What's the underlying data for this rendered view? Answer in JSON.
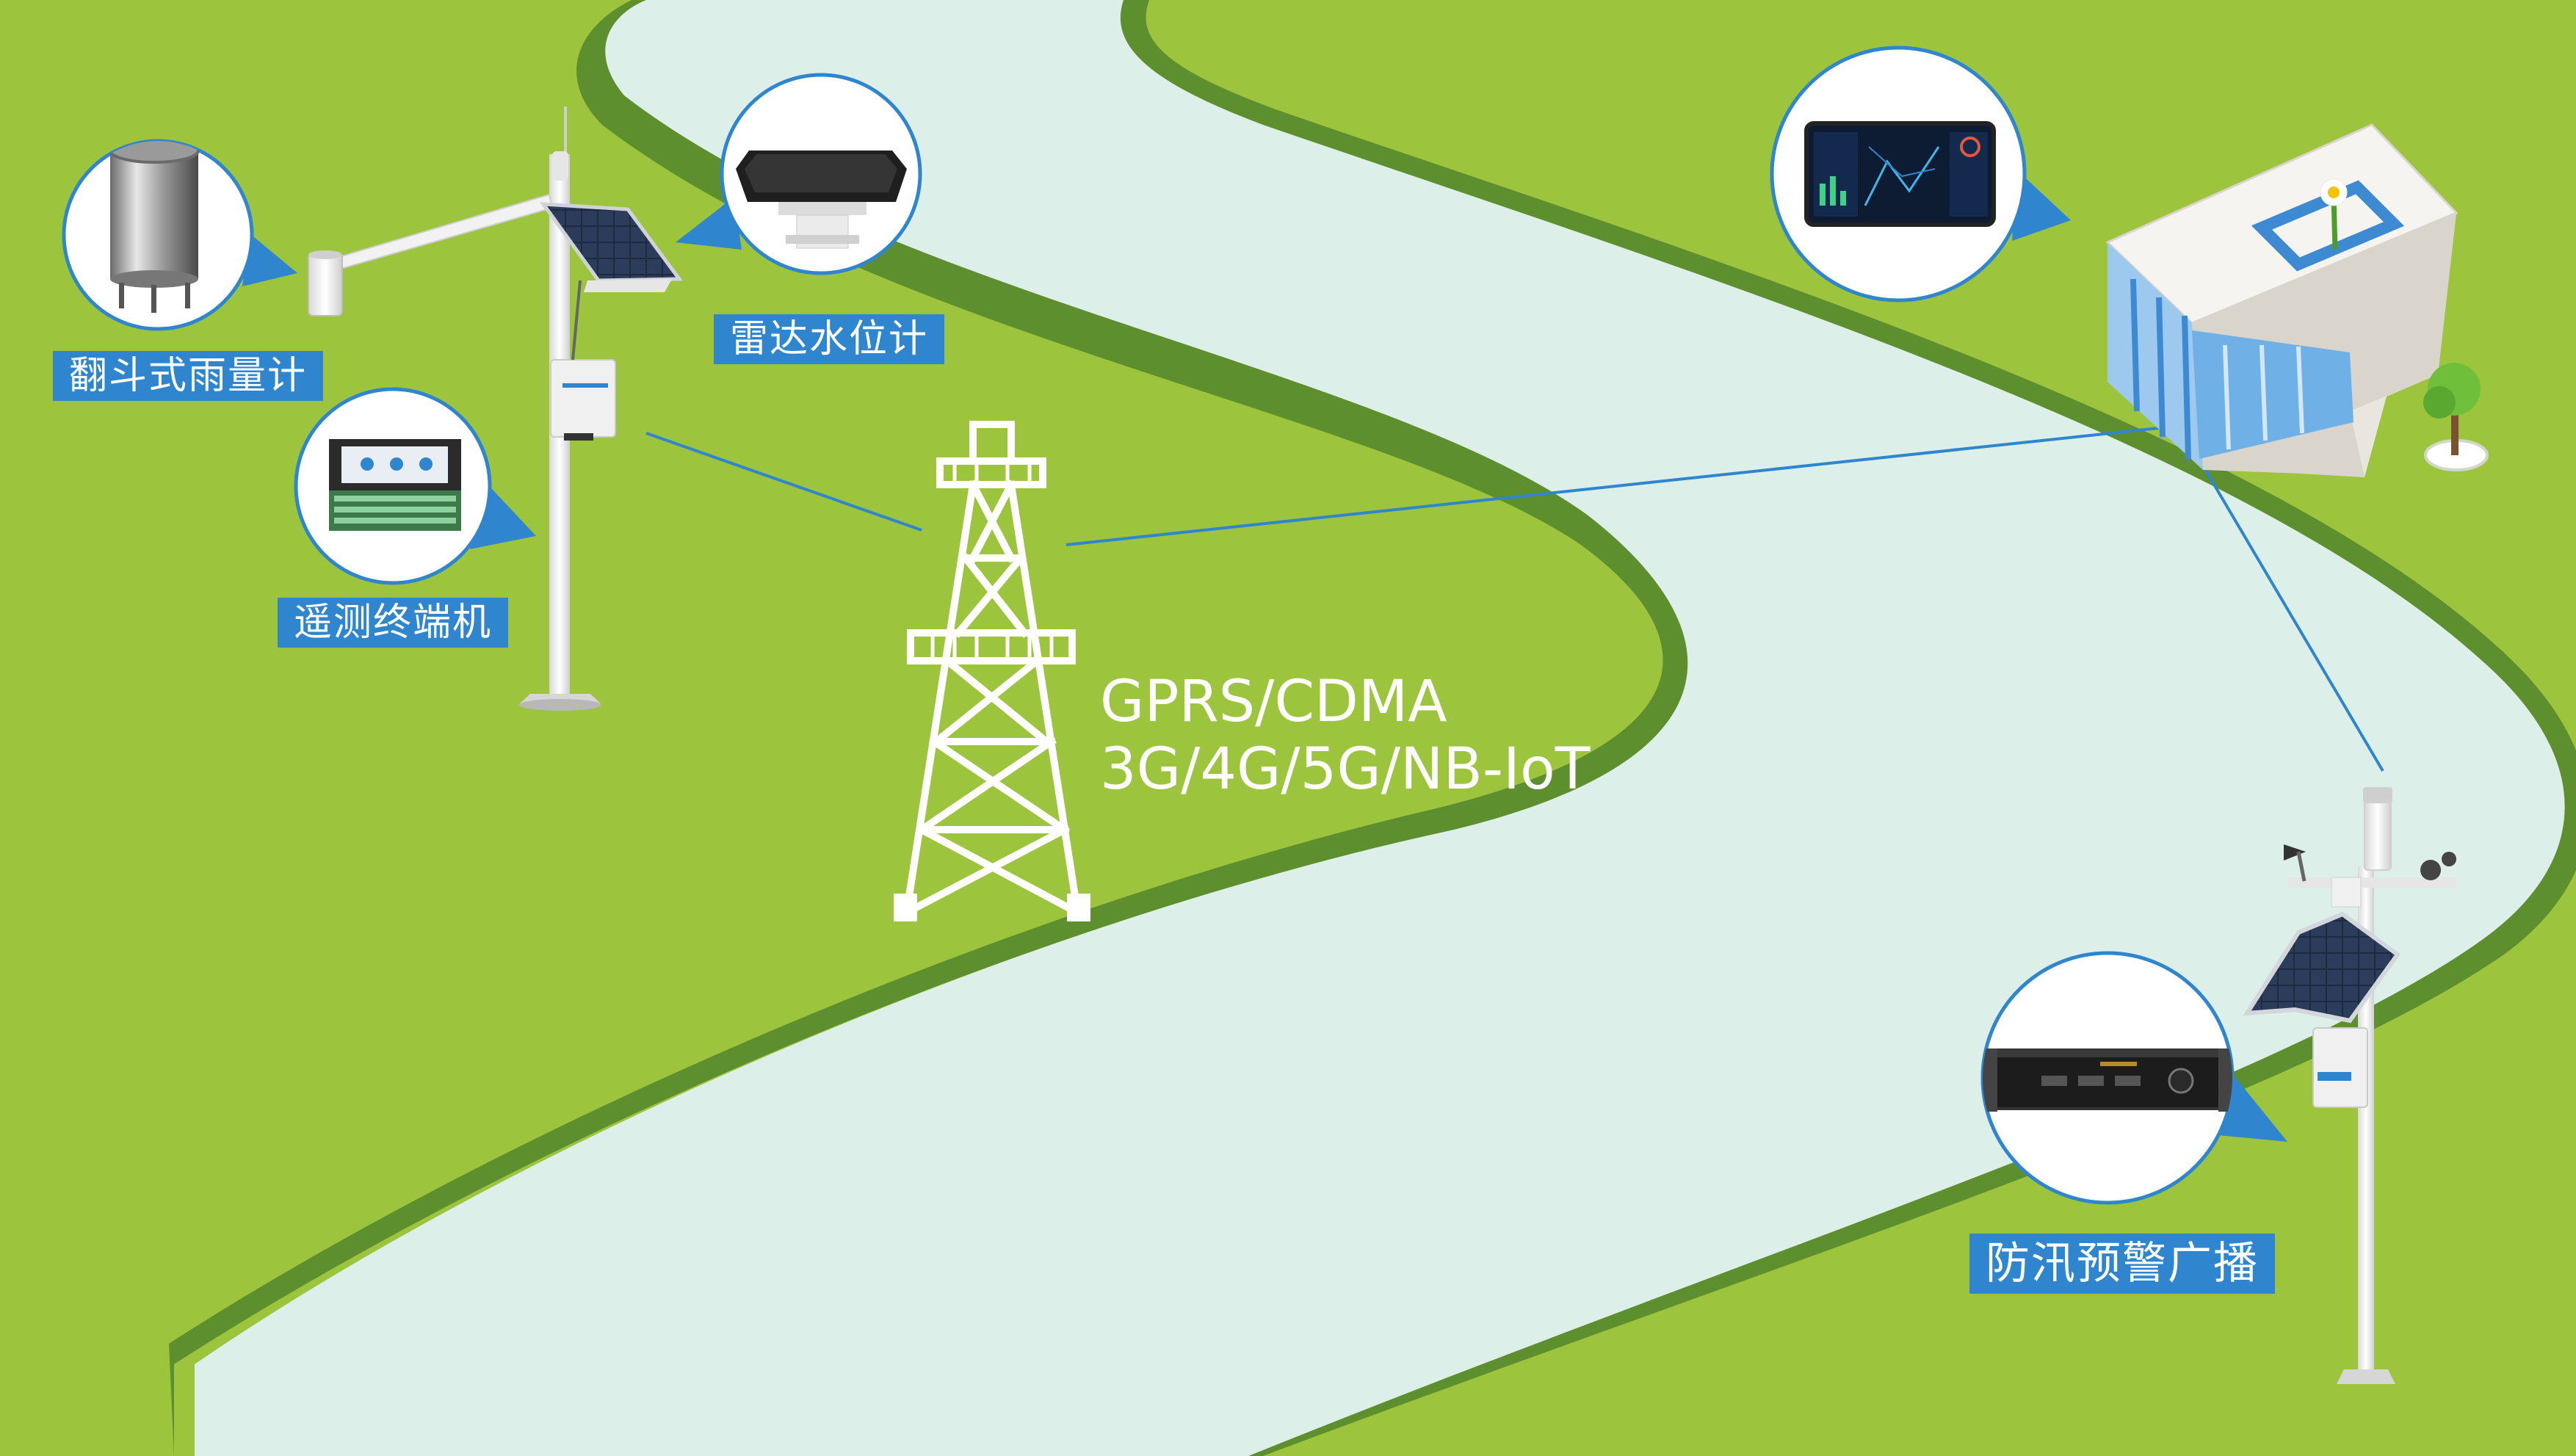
{
  "labels": {
    "rain_gauge": "翻斗式雨量计",
    "radar_water_level": "雷达水位计",
    "telemetry_terminal": "遥测终端机",
    "flood_warning_broadcast": "防汛预警广播"
  },
  "network": {
    "line1": "GPRS/CDMA",
    "line2": "3G/4G/5G/NB-IoT"
  },
  "colors": {
    "grass": "#9cc43c",
    "grass_edge": "#5e8f2e",
    "river": "#dcefe9",
    "label_bg": "#2f86cf",
    "link_line": "#2f86cf"
  },
  "icons": [
    "rain-gauge-icon",
    "radar-sensor-icon",
    "telemetry-terminal-icon",
    "dashboard-screen-icon",
    "broadcast-amplifier-icon",
    "signal-tower-icon",
    "building-icon"
  ]
}
